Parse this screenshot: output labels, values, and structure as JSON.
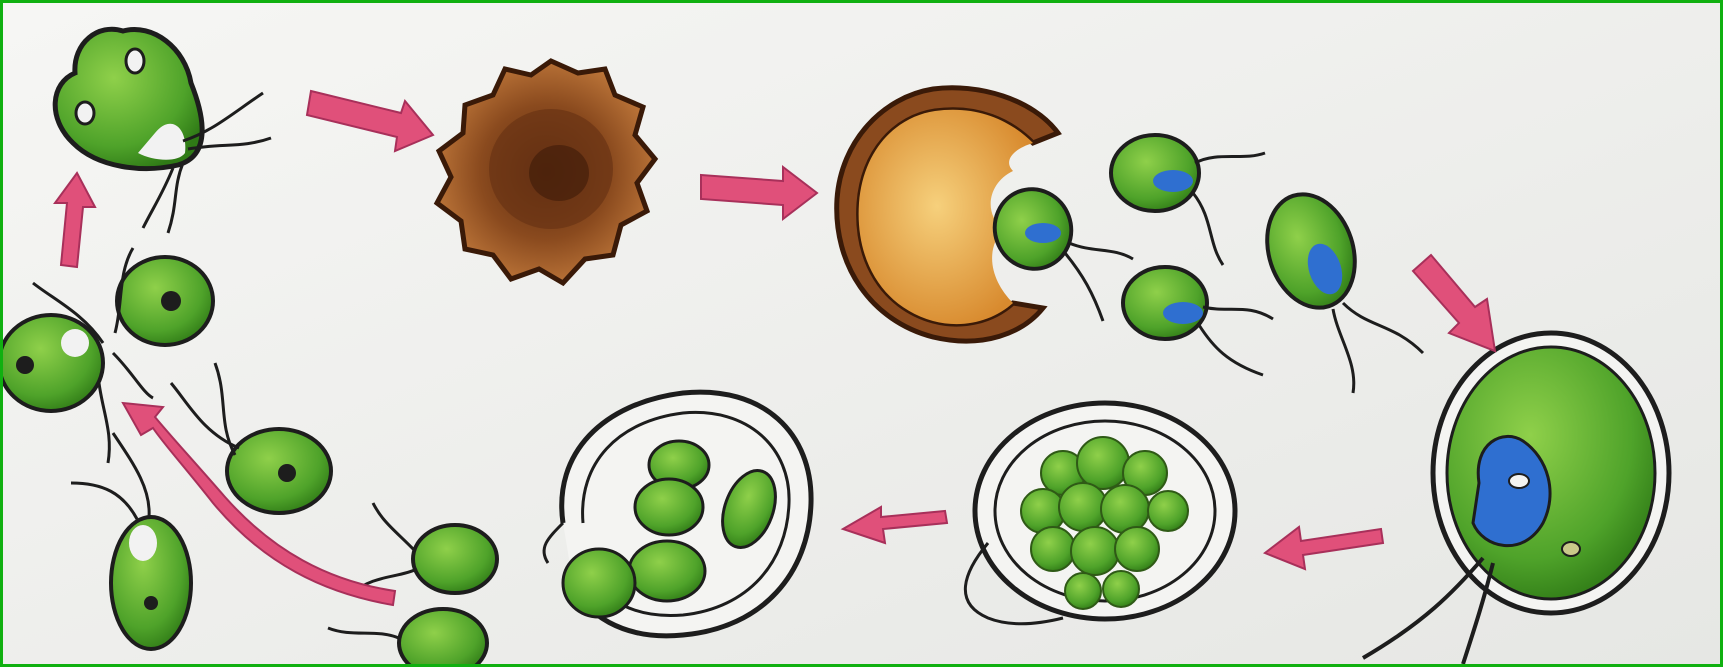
{
  "diagram": {
    "stages": [
      {
        "id": "zygote",
        "icon": "zygote-icon"
      },
      {
        "id": "germinating-zygote",
        "icon": "germinating-zygote-icon"
      },
      {
        "id": "zoospores",
        "icon": "zoospore-icon"
      },
      {
        "id": "mature-cell",
        "icon": "mature-cell-icon"
      },
      {
        "id": "sporangium",
        "icon": "sporangium-icon"
      },
      {
        "id": "gamete-release",
        "icon": "gametangium-icon"
      },
      {
        "id": "gametes",
        "icon": "gamete-icon"
      },
      {
        "id": "fusing-gametes",
        "icon": "fusing-gametes-icon"
      }
    ],
    "colors": {
      "frame": "#10b010",
      "paper": "#f1f1ef",
      "arrow": "#e0507a",
      "cell_green": "#4fa32a",
      "cell_dark": "#2f7a16",
      "nucleus": "#2f6fd0",
      "zygote_brown": "#8a4a1e",
      "zygote_inner": "#e8a94a",
      "outline": "#1d1d1d"
    }
  }
}
